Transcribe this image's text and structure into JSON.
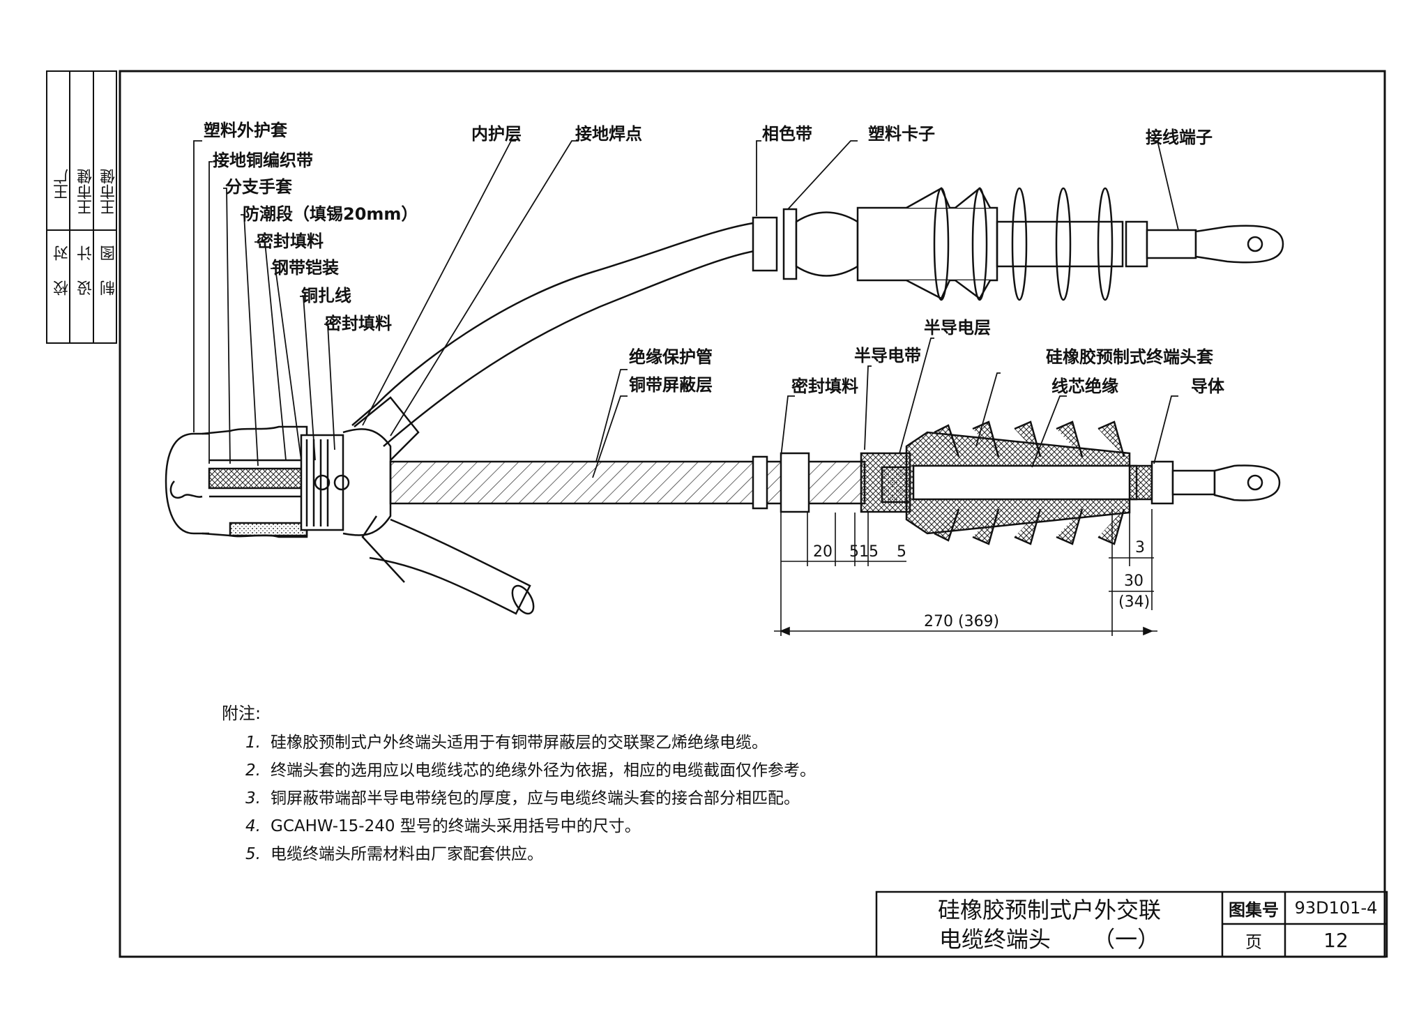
{
  "side_approval": {
    "roles": [
      "校",
      "设",
      "制"
    ],
    "roles_b": [
      "对",
      "计",
      "图"
    ],
    "names": [
      "王广",
      "王市健",
      "王市健"
    ],
    "signature": "王广"
  },
  "labels": {
    "outer_sheath": "塑料外护套",
    "ground_braid": "接地铜编织带",
    "branch_glove": "分支手套",
    "moisture_section": "防潮段（填锡20mm）",
    "sealant_1": "密封填料",
    "steel_armor": "钢带铠装",
    "copper_tie": "铜扎线",
    "sealant_2": "密封填料",
    "inner_sheath": "内护层",
    "ground_solder": "接地焊点",
    "phase_band": "相色带",
    "plastic_clip": "塑料卡子",
    "terminal_lug": "接线端子",
    "insulating_tube": "绝缘保护管",
    "copper_shield": "铜带屏蔽层",
    "sealant_3": "密封填料",
    "semicon_tape": "半导电带",
    "semicon_layer": "半导电层",
    "silicone_sleeve": "硅橡胶预制式终端头套",
    "core_insulation": "线芯绝缘",
    "conductor": "导体"
  },
  "dimensions": {
    "d20": "20",
    "d5a": "5",
    "d15": "15",
    "d5b": "5",
    "d3": "3",
    "d30": "30",
    "d34": "(34)",
    "d270": "270 (369)"
  },
  "notes": {
    "heading": "附注:",
    "items": [
      {
        "num": "1.",
        "text": "硅橡胶预制式户外终端头适用于有铜带屏蔽层的交联聚乙烯绝缘电缆。"
      },
      {
        "num": "2.",
        "text": "终端头套的选用应以电缆线芯的绝缘外径为依据，相应的电缆截面仅作参考。"
      },
      {
        "num": "3.",
        "text": "铜屏蔽带端部半导电带绕包的厚度，应与电缆终端头套的接合部分相匹配。"
      },
      {
        "num": "4.",
        "text": "GCAHW-15-240 型号的终端头采用括号中的尺寸。"
      },
      {
        "num": "5.",
        "text": "电缆终端头所需材料由厂家配套供应。"
      }
    ]
  },
  "title_block": {
    "title_line1": "硅橡胶预制式户外交联",
    "title_line2": "电缆终端头",
    "title_suffix": "（一）",
    "atlas_label": "图集号",
    "atlas_value": "93D101-4",
    "page_label": "页",
    "page_value": "12"
  }
}
